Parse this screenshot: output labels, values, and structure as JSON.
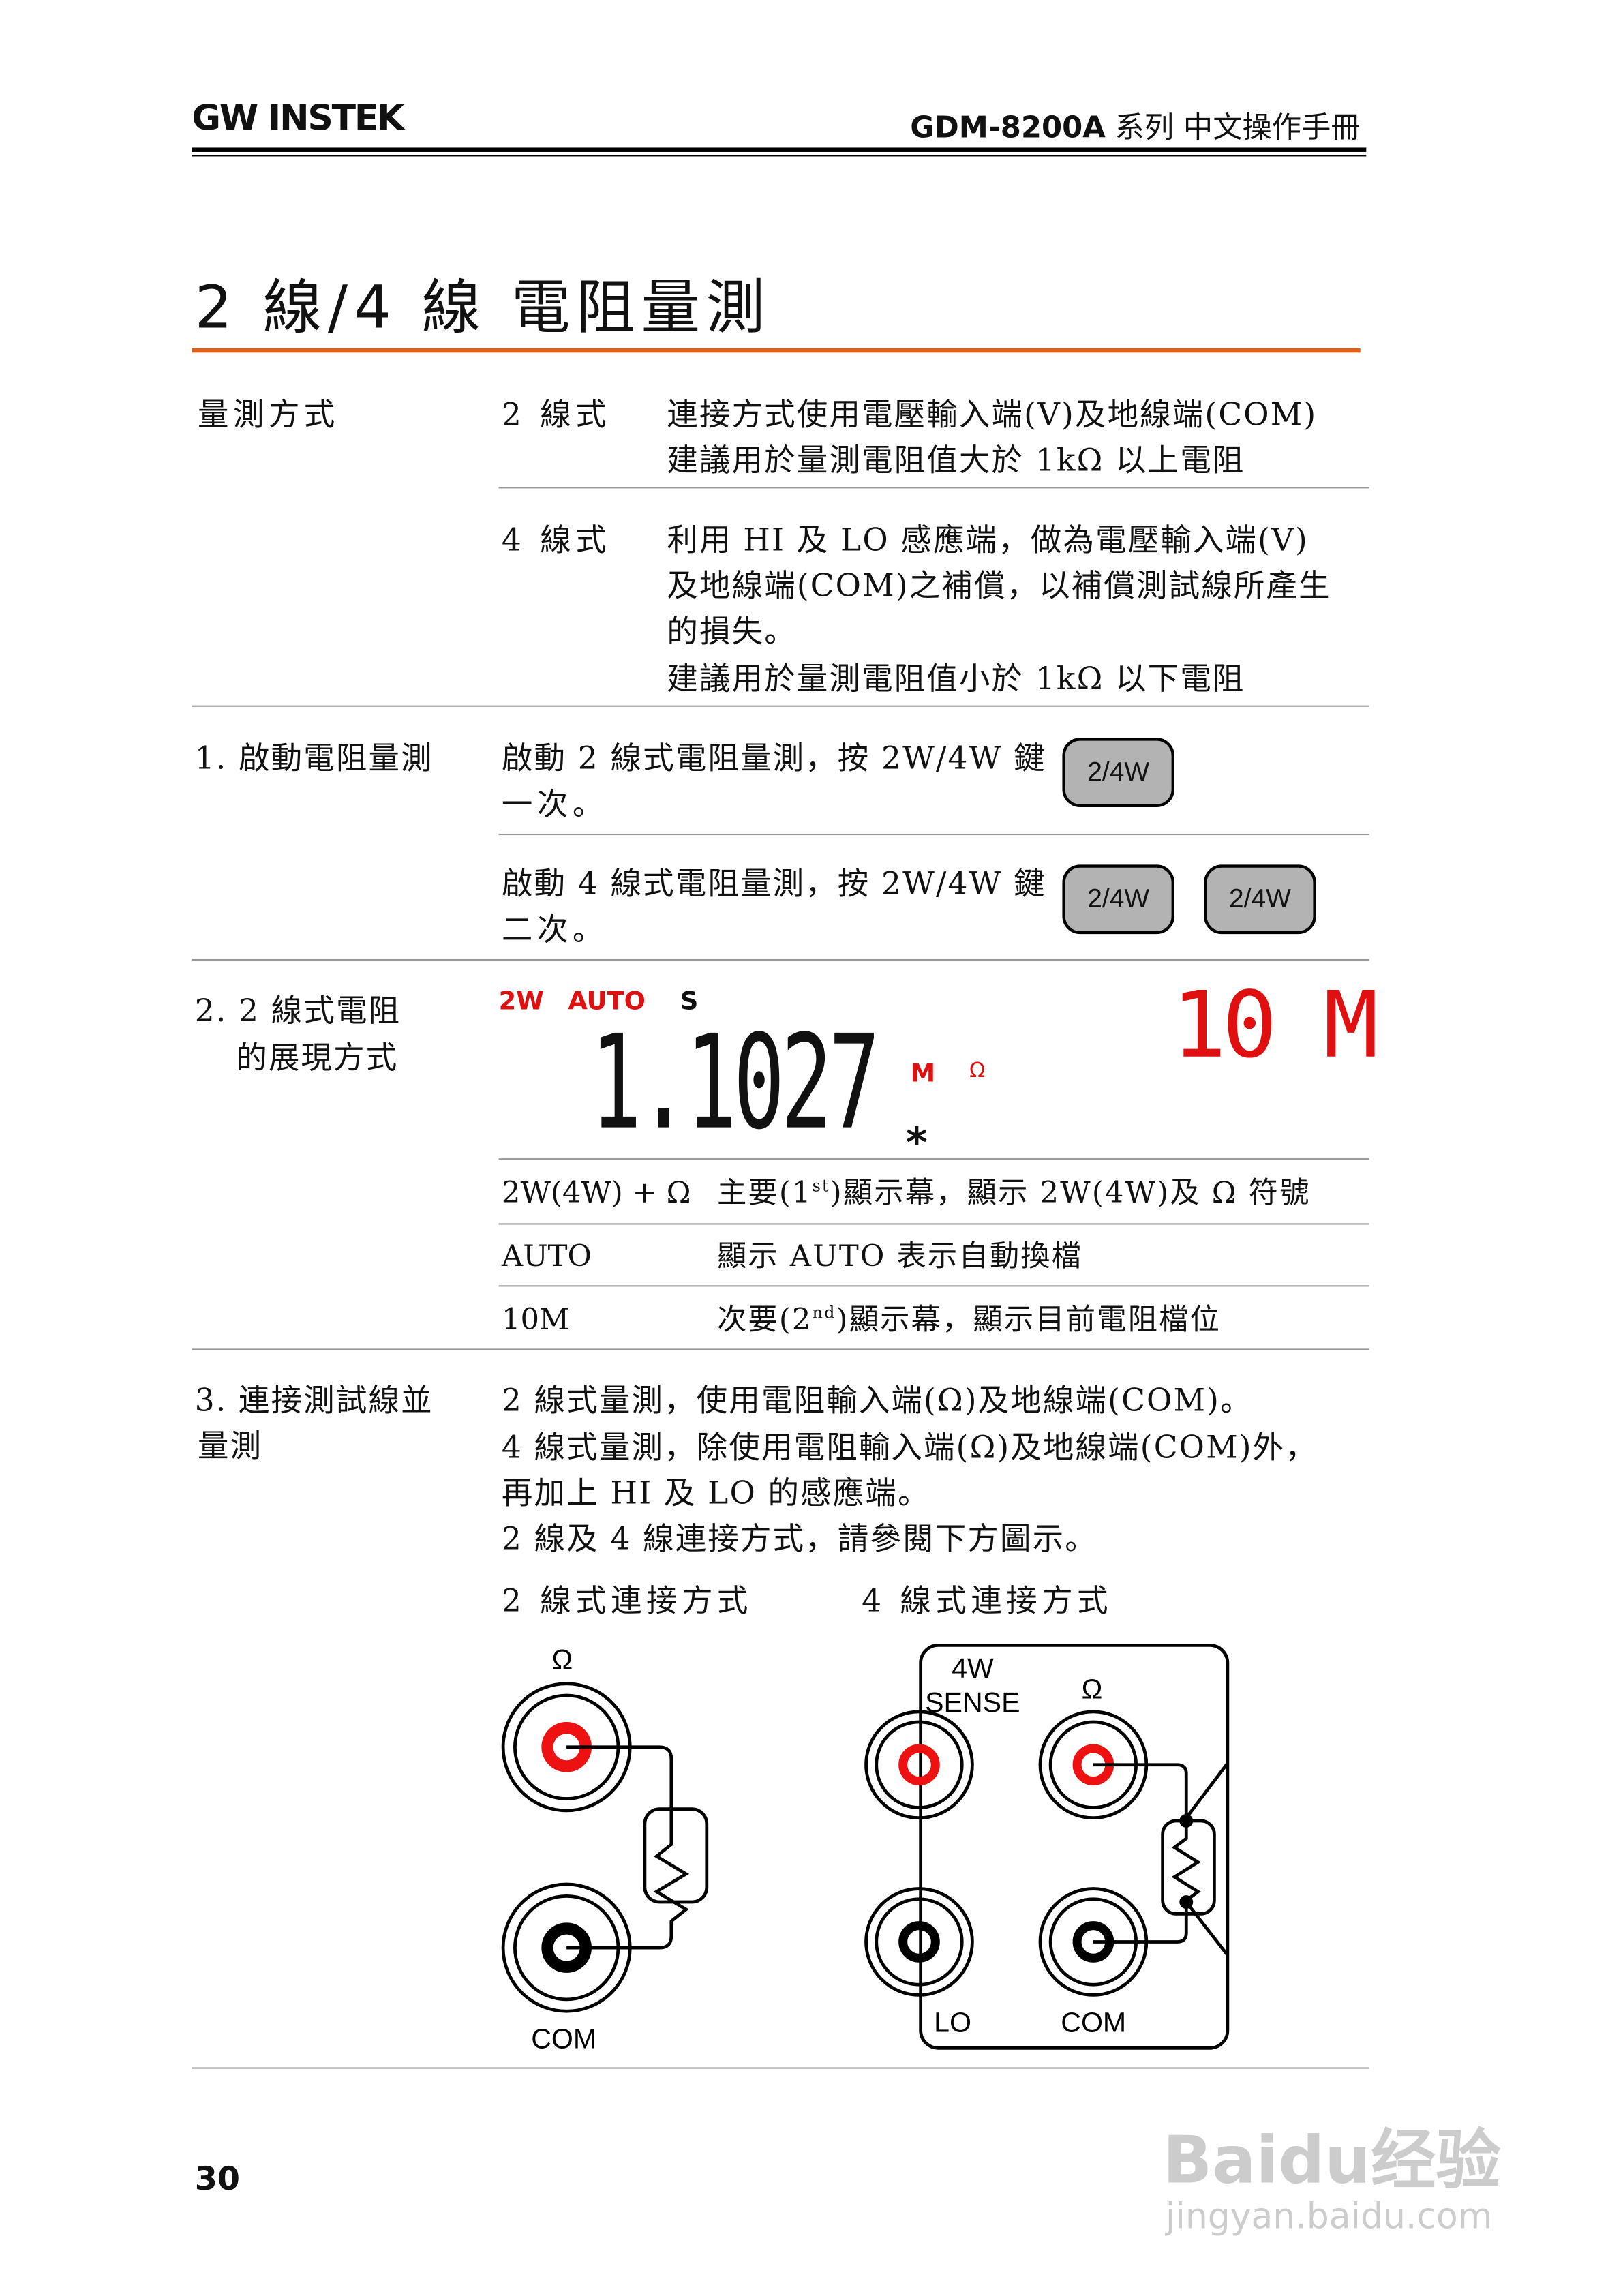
{
  "header": {
    "logo": "GW INSTEK",
    "model": "GDM-8200A",
    "title_suffix": " 系列 中文操作手冊"
  },
  "page_title": "2 線/4 線  電阻量測",
  "accent_color": "#e0601a",
  "method": {
    "label": "量測方式",
    "two_wire": {
      "label": "2 線式",
      "lines": [
        "連接方式使用電壓輸入端(V)及地線端(COM)",
        "建議用於量測電阻值大於 1kΩ 以上電阻"
      ]
    },
    "four_wire": {
      "label": "4 線式",
      "lines": [
        "利用 HI 及 LO 感應端，做為電壓輸入端(V)",
        "及地線端(COM)之補償，以補償測試線所產生",
        "的損失。",
        "建議用於量測電阻值小於 1kΩ 以下電阻"
      ]
    }
  },
  "step1": {
    "label": "1.  啟動電阻量測",
    "a": [
      "啟動 2 線式電阻量測，按 2W/4W 鍵",
      "一次。"
    ],
    "b": [
      "啟動 4 線式電阻量測，按 2W/4W 鍵",
      "二次。"
    ],
    "key_label": "2/4W"
  },
  "step2": {
    "label": [
      "2. 2 線式電阻",
      "的展現方式"
    ],
    "lcd": {
      "mode": "2W",
      "auto": "AUTO",
      "s": "S",
      "main_value": "1.1027",
      "unit_prefix": "M",
      "unit": "Ω",
      "range": "10 M",
      "star": "*",
      "lcd_red": "#e01010"
    },
    "rows": [
      {
        "key": "2W(4W) + Ω",
        "desc_pre": "主要(1",
        "sup": "st",
        "desc_post": ")顯示幕，顯示 2W(4W)及 Ω 符號"
      },
      {
        "key": "AUTO",
        "desc_pre": "顯示 AUTO 表示自動換檔",
        "sup": "",
        "desc_post": ""
      },
      {
        "key": "10M",
        "desc_pre": "次要(2",
        "sup": "nd",
        "desc_post": ")顯示幕，顯示目前電阻檔位"
      }
    ]
  },
  "step3": {
    "label": [
      "3.  連接測試線並",
      "量測"
    ],
    "lines": [
      "2 線式量測，使用電阻輸入端(Ω)及地線端(COM)。",
      "4 線式量測，除使用電阻輸入端(Ω)及地線端(COM)外，",
      "再加上 HI 及 LO 的感應端。",
      "2 線及 4 線連接方式，請參閱下方圖示。"
    ],
    "two_wire_caption": "2 線式連接方式",
    "four_wire_caption": "4 線式連接方式",
    "diagram": {
      "ohm": "Ω",
      "com": "COM",
      "sense_1": "4W",
      "sense_2": "SENSE",
      "lo": "LO",
      "jack_red": "#ee1111"
    }
  },
  "page_number": "30",
  "watermark": {
    "brand": "Baidu经验",
    "url": "jingyan.baidu.com"
  }
}
